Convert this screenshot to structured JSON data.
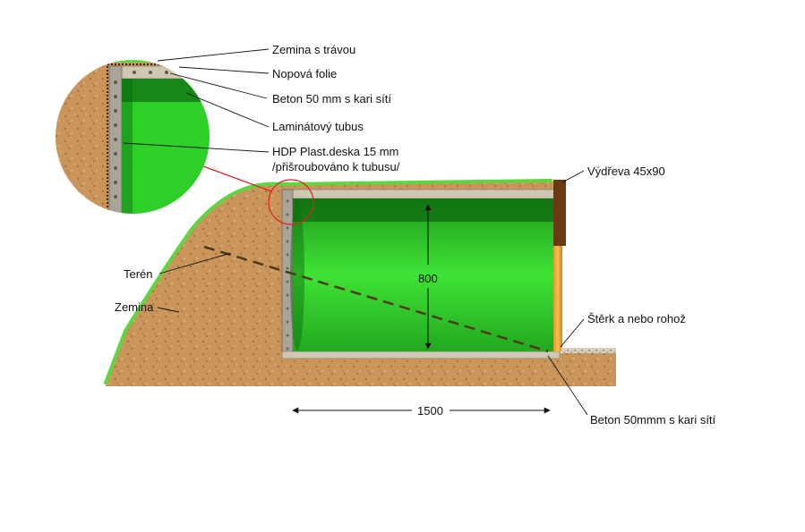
{
  "labels": {
    "zemina_s_travou": "Zemina s trávou",
    "nopova_folie": "Nopová folie",
    "beton_top": "Beton 50 mm s kari sítí",
    "laminatovy_tubus": "Laminátový tubus",
    "hdp_line1": "HDP Plast.deska 15 mm",
    "hdp_line2": "/přišroubováno k tubusu/",
    "vydreva": "Výdřeva 45x90",
    "teren": "Terén",
    "zemina": "Zemina",
    "sterk": "Štěrk a nebo rohož",
    "beton_bottom": "Beton 50mmm s kari sítí"
  },
  "dimensions": {
    "height": "800",
    "width": "1500"
  },
  "colors": {
    "soil": "#c9955a",
    "grass": "#5fd640",
    "tube_green": "#2fcf2a",
    "tube_dark": "#0d6a10",
    "concrete": "#cfc7b2",
    "plate": "#a9a497",
    "wood": "#6b3a13",
    "timber": "#e8a438",
    "highlight": "#e02020"
  }
}
